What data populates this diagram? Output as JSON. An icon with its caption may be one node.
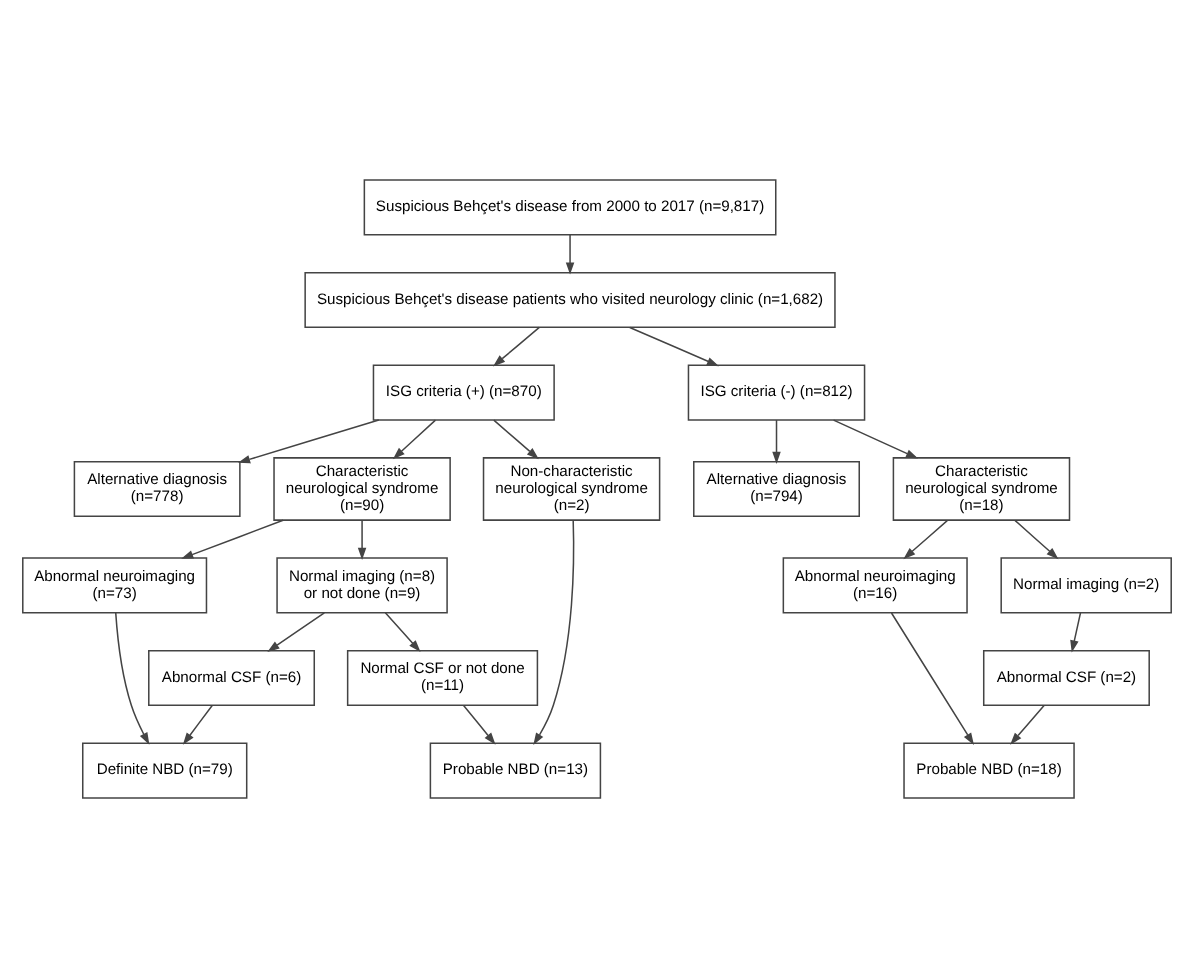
{
  "diagram": {
    "nodes": [
      {
        "text": [
          "Suspicious Behçet's disease from 2000 to 2017 (n=9,817)"
        ]
      },
      {
        "text": [
          "Suspicious Behçet's disease patients who visited neurology clinic (n=1,682)"
        ]
      },
      {
        "text": [
          "ISG criteria (+) (n=870)"
        ]
      },
      {
        "text": [
          "ISG criteria (-) (n=812)"
        ]
      },
      {
        "text": [
          "Alternative diagnosis (n=778)"
        ]
      },
      {
        "text": [
          "Characteristic neurological syndrome (n=90)"
        ]
      },
      {
        "text": [
          "Non-characteristic neurological syndrome (n=2)"
        ]
      },
      {
        "text": [
          "Alternative diagnosis (n=794)"
        ]
      },
      {
        "text": [
          "Characteristic neurological syndrome (n=18)"
        ]
      },
      {
        "text": [
          "Abnormal neuroimaging (n=73)"
        ]
      },
      {
        "text": [
          "Normal imaging (n=8) or not done (n=9)"
        ]
      },
      {
        "text": [
          "Abnormal CSF (n=6)"
        ]
      },
      {
        "text": [
          "Normal CSF or not done (n=11)"
        ]
      },
      {
        "text": [
          "Abnormal neuroimaging (n=16)"
        ]
      },
      {
        "text": [
          "Normal imaging (n=2)"
        ]
      },
      {
        "text": [
          "Abnormal CSF (n=2)"
        ]
      },
      {
        "text": [
          "Definite NBD (n=79)"
        ]
      },
      {
        "text": [
          "Probable NBD (n=13)"
        ]
      },
      {
        "text": [
          "Probable NBD (n=18)"
        ]
      }
    ],
    "edges": [
      {
        "from": 0,
        "to": 1,
        "arrow": "to"
      },
      {
        "from": 1,
        "to": 2,
        "arrow": "to"
      },
      {
        "from": 1,
        "to": 3,
        "arrow": "to"
      },
      {
        "from": 2,
        "to": 4,
        "arrow": "to"
      },
      {
        "from": 2,
        "to": 5,
        "arrow": "to"
      },
      {
        "from": 2,
        "to": 6,
        "arrow": "to"
      },
      {
        "from": 3,
        "to": 7,
        "arrow": "to"
      },
      {
        "from": 3,
        "to": 8,
        "arrow": "to"
      },
      {
        "from": 5,
        "to": 9,
        "arrow": "to"
      },
      {
        "from": 5,
        "to": 10,
        "arrow": "to"
      },
      {
        "from": 10,
        "to": 11,
        "arrow": "to"
      },
      {
        "from": 10,
        "to": 12,
        "arrow": "to"
      },
      {
        "from": 9,
        "to": 16,
        "arrow": "to"
      },
      {
        "from": 11,
        "to": 16,
        "arrow": "to"
      },
      {
        "from": 12,
        "to": 17,
        "arrow": "to"
      },
      {
        "from": 6,
        "to": 17,
        "arrow": "to"
      },
      {
        "from": 8,
        "to": 13,
        "arrow": "to"
      },
      {
        "from": 8,
        "to": 14,
        "arrow": "to"
      },
      {
        "from": 14,
        "to": 15,
        "arrow": "to"
      },
      {
        "from": 13,
        "to": 18,
        "arrow": "to"
      },
      {
        "from": 15,
        "to": 18,
        "arrow": "to"
      }
    ]
  }
}
